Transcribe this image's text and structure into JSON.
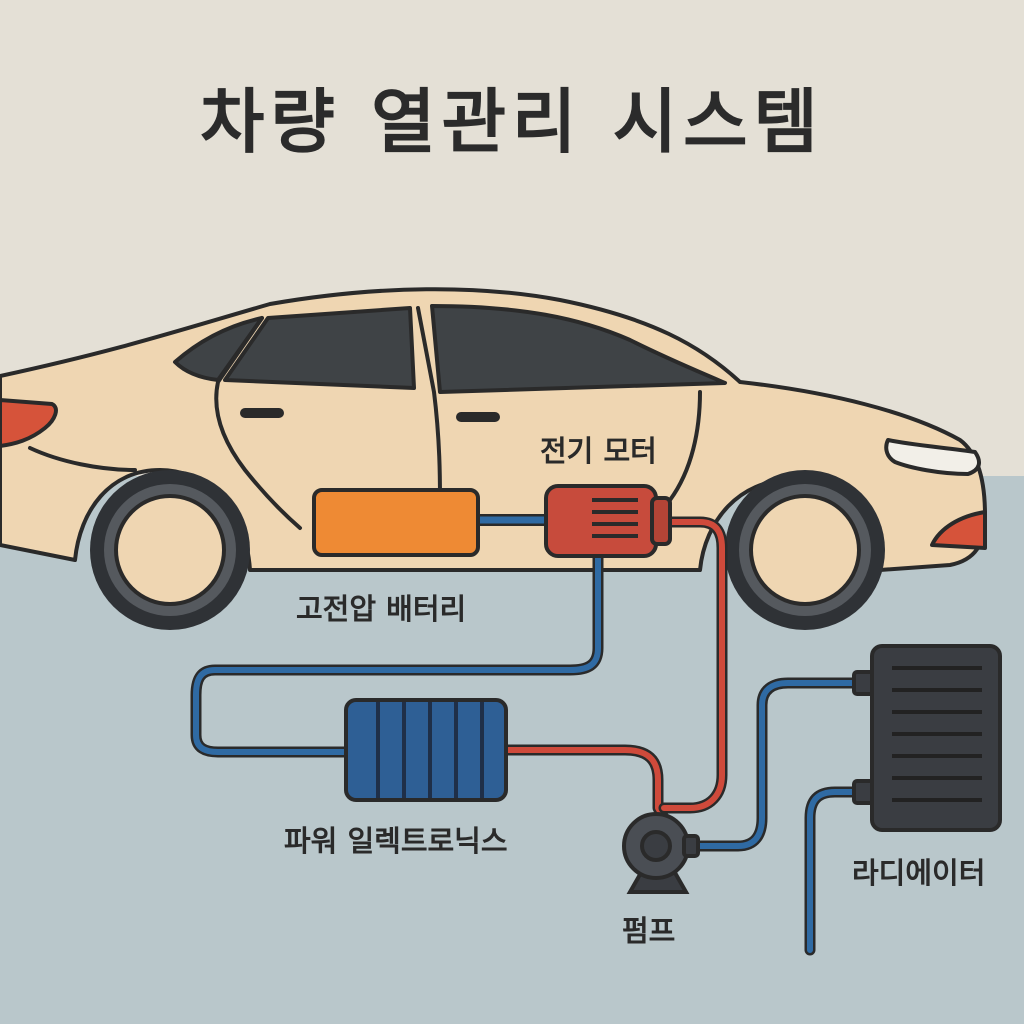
{
  "title": "차량 열관리 시스템",
  "components": {
    "motor": "전기 모터",
    "battery": "고전압 배터리",
    "power_electronics": "파워 일렉트로닉스",
    "pump": "펌프",
    "radiator": "라디에이터"
  },
  "colors": {
    "background_top": "#e4e0d6",
    "background_bottom": "#b9c7cb",
    "car_body": "#efd6b2",
    "outline": "#2a2a2a",
    "coolant_hot": "#cf4a3b",
    "coolant_cold": "#2f6aa3",
    "battery": "#ee8a34",
    "motor": "#c74b3c",
    "power_electronics": "#2e5f95",
    "radiator": "#3a3d42"
  }
}
